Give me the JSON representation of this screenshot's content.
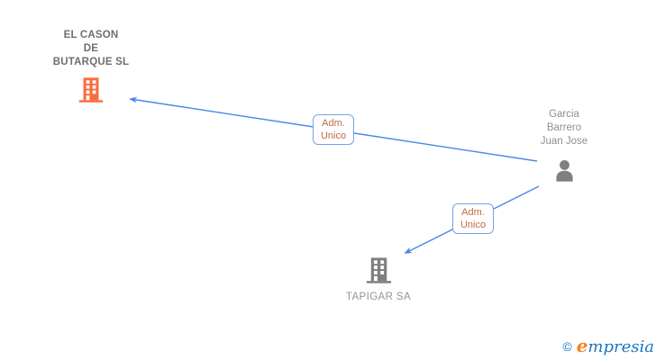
{
  "diagram": {
    "background_color": "#ffffff",
    "edge_color": "#4a86e8",
    "nodes": [
      {
        "id": "el-cason-de-butarque-sl",
        "type": "company",
        "name": "EL CASON DE BUTARQUE SL",
        "name_lines": [
          "EL CASON",
          "DE",
          "BUTARQUE SL"
        ],
        "icon": "building-icon",
        "icon_color": "#fa6c3e"
      },
      {
        "id": "garcia-barrero-juan-jose",
        "type": "person",
        "name": "Garcia Barrero Juan Jose",
        "name_lines": [
          "Garcia",
          "Barrero",
          "Juan Jose"
        ],
        "icon": "person-icon",
        "icon_color": "#7f7f7f"
      },
      {
        "id": "tapigar-sa",
        "type": "company",
        "name": "TAPIGAR SA",
        "name_lines": [
          "TAPIGAR SA"
        ],
        "icon": "building-icon",
        "icon_color": "#7f7f7f"
      }
    ],
    "edges": [
      {
        "from": "Garcia Barrero Juan Jose",
        "to": "EL CASON DE BUTARQUE SL",
        "label": "Adm. Unico",
        "label_lines": [
          "Adm.",
          "Unico"
        ],
        "label_text_color": "#c4683f",
        "label_border_color": "#74a3ec"
      },
      {
        "from": "Garcia Barrero Juan Jose",
        "to": "TAPIGAR SA",
        "label": "Adm. Unico",
        "label_lines": [
          "Adm.",
          "Unico"
        ],
        "label_text_color": "#c4683f",
        "label_border_color": "#74a3ec"
      }
    ],
    "watermark": {
      "copyright_symbol": "©",
      "brand_initial": "e",
      "brand_rest": "mpresia",
      "initial_color": "#f5821f",
      "text_color": "#1c75bc"
    }
  }
}
